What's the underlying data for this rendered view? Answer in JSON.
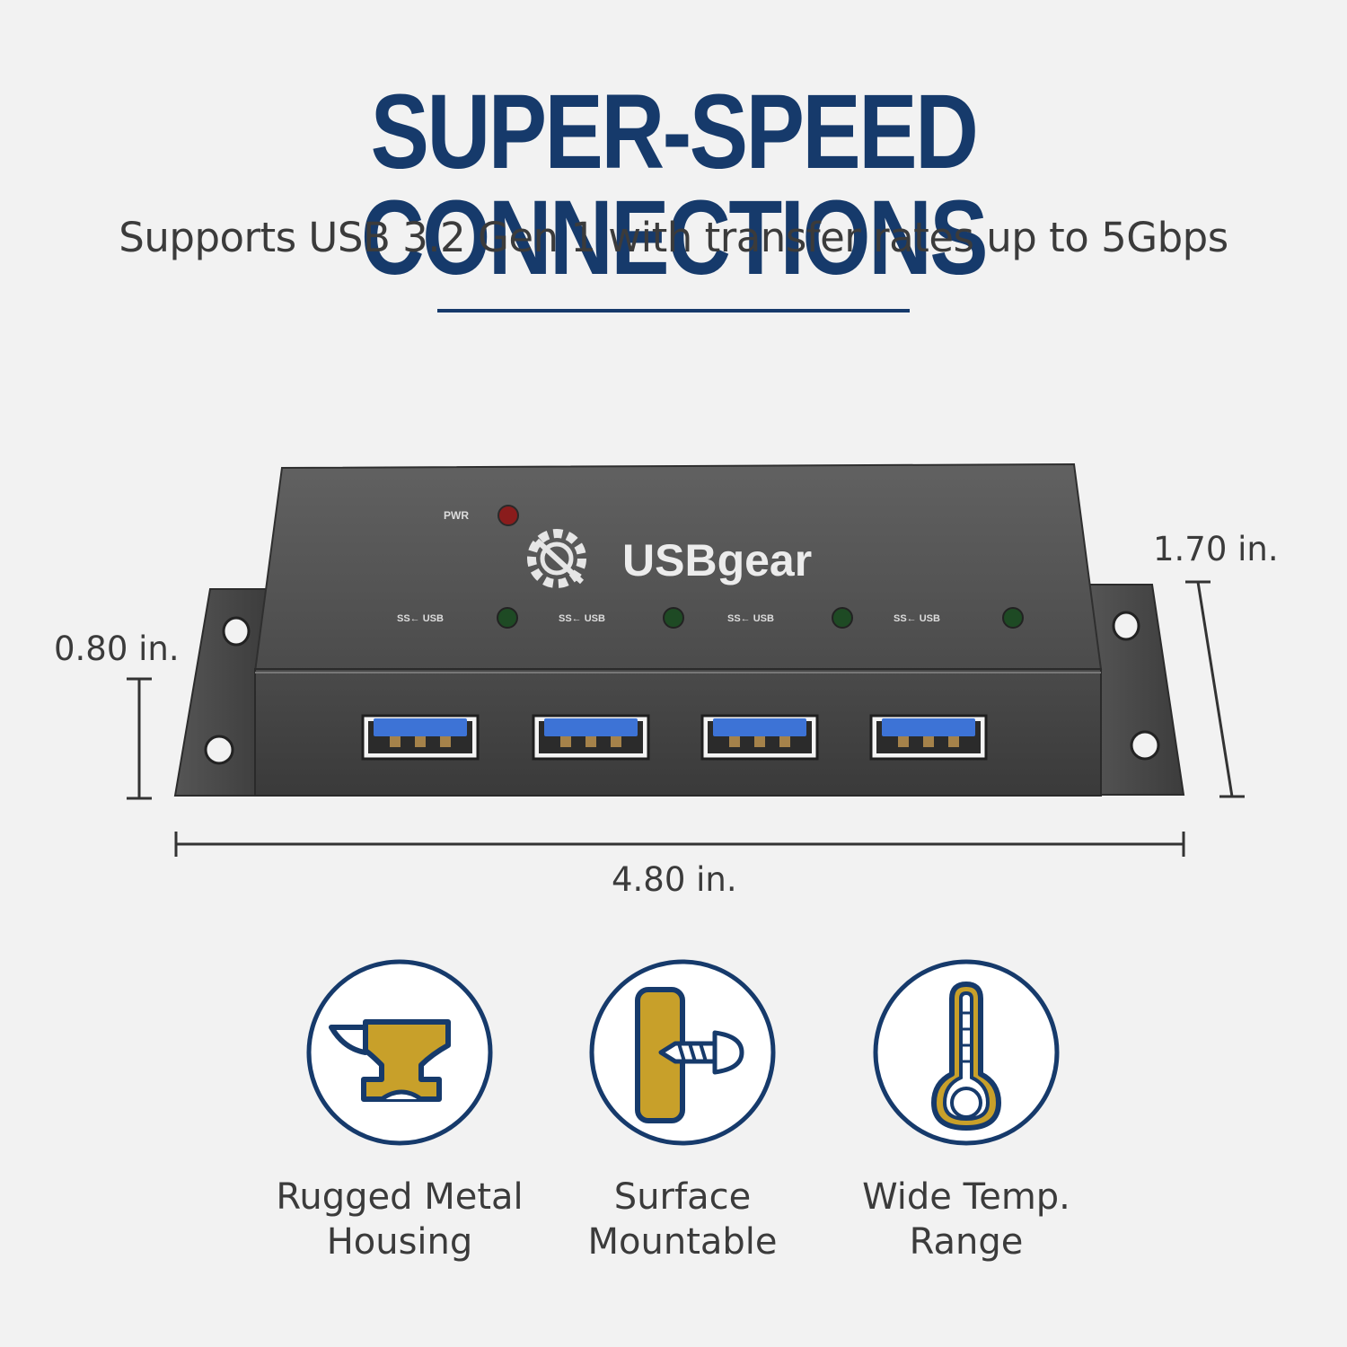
{
  "colors": {
    "navy": "#163a6b",
    "gold": "#c8a02a",
    "text": "#3b3b3b",
    "background": "#f2f2f2",
    "usb_blue": "#3d73d6"
  },
  "header": {
    "title": "SUPER-SPEED CONNECTIONS",
    "subtitle": "Supports USB 3.2 Gen 1 with transfer rates up to 5Gbps"
  },
  "product": {
    "brand": "USBgear",
    "power_label": "PWR",
    "port_label": "USB",
    "port_count": 4,
    "dimensions": {
      "length": "4.80 in.",
      "height_body": "0.80 in.",
      "height_total": "1.70 in."
    }
  },
  "features": [
    {
      "icon": "anvil-icon",
      "line1": "Rugged Metal",
      "line2": "Housing"
    },
    {
      "icon": "screw-mount-icon",
      "line1": "Surface",
      "line2": "Mountable"
    },
    {
      "icon": "thermometer-icon",
      "line1": "Wide Temp.",
      "line2": "Range"
    }
  ]
}
